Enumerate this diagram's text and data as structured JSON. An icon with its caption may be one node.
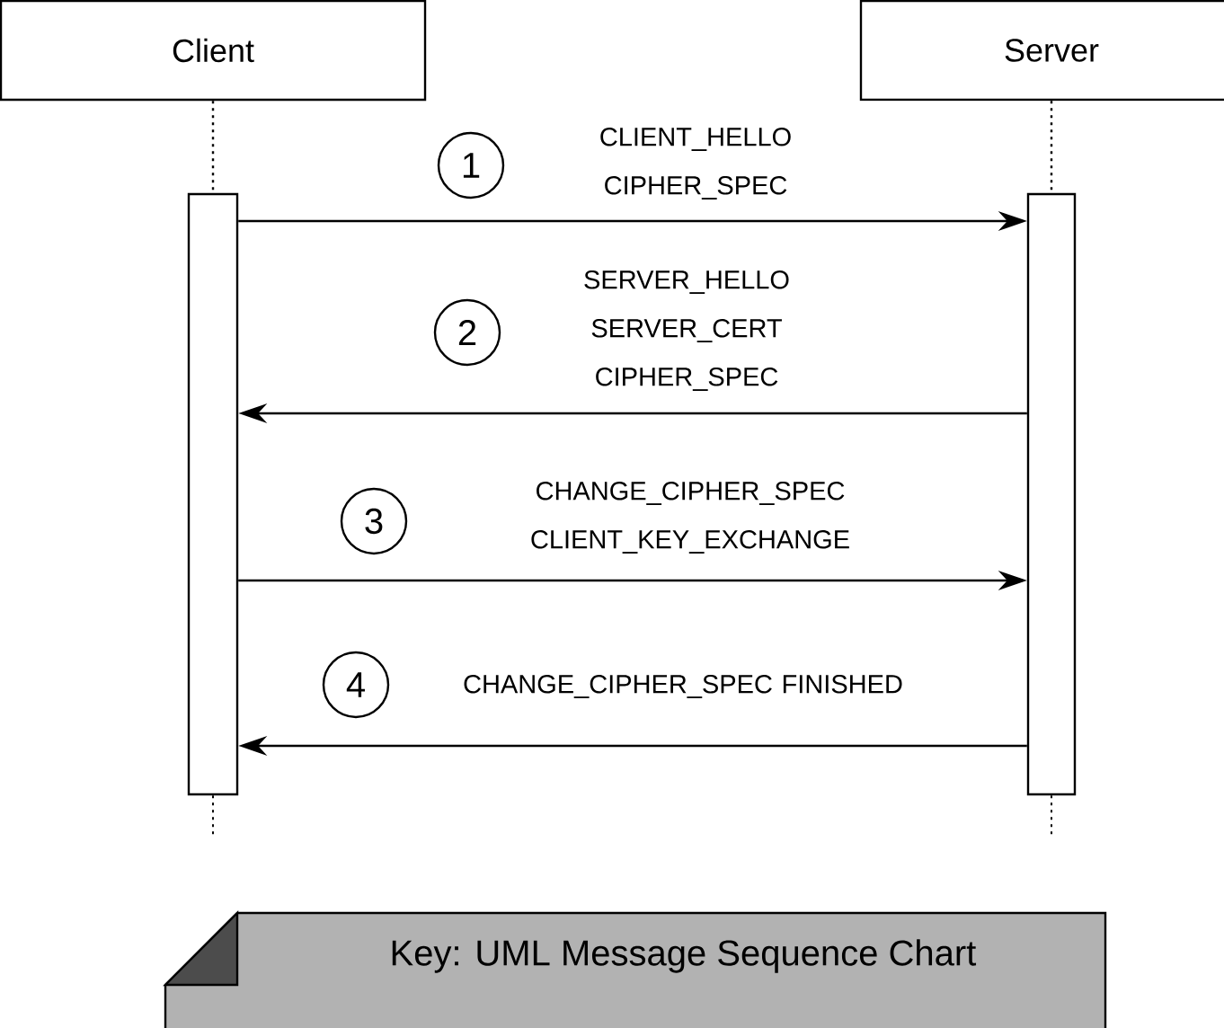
{
  "diagram": {
    "nodes": [
      {
        "text": [
          "Client"
        ]
      },
      {
        "text": [
          "Server"
        ]
      },
      {
        "text": [],
        "shape": "bar"
      },
      {
        "text": [],
        "shape": "bar"
      },
      {
        "text": [
          "1"
        ]
      },
      {
        "text": [
          "2"
        ]
      },
      {
        "text": [
          "3"
        ]
      },
      {
        "text": [
          "4"
        ]
      },
      {
        "text": [
          "Key: UML Message Sequence Chart"
        ]
      }
    ],
    "edges": [
      {
        "from": 0,
        "to": 2,
        "arrow": "none",
        "style": "dashed"
      },
      {
        "from": 1,
        "to": 3,
        "arrow": "none",
        "style": "dashed"
      },
      {
        "from": 2,
        "to": 3,
        "arrow": "to",
        "label": "CLIENT_HELLO CIPHER_SPEC"
      },
      {
        "from": 3,
        "to": 2,
        "arrow": "to",
        "label": "SERVER_HELLO SERVER_CERT CIPHER_SPEC"
      },
      {
        "from": 2,
        "to": 3,
        "arrow": "to",
        "label": "CHANGE_CIPHER_SPEC CLIENT_KEY_EXCHANGE"
      },
      {
        "from": 3,
        "to": 2,
        "arrow": "to",
        "label": "CHANGE_CIPHER_SPEC FINISHED"
      }
    ]
  }
}
